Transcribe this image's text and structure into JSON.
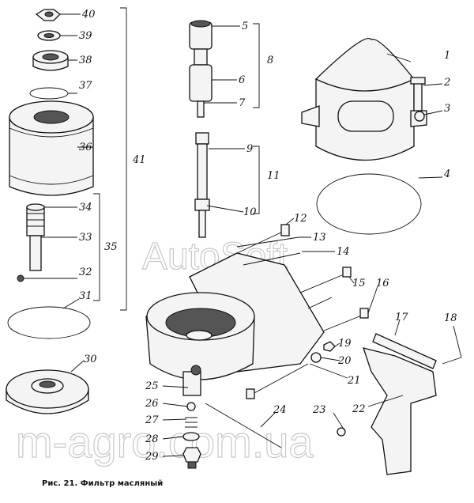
{
  "caption": "Рис. 21. Фильтр масляный",
  "watermarks": [
    "AutoSoft",
    "m-agro.com.ua"
  ],
  "part_labels": {
    "p1": "1",
    "p2": "2",
    "p3": "3",
    "p4": "4",
    "p5": "5",
    "p6": "6",
    "p7": "7",
    "p8": "8",
    "p9": "9",
    "p10": "10",
    "p11": "11",
    "p12": "12",
    "p13": "13",
    "p14": "14",
    "p15": "15",
    "p16": "16",
    "p17": "17",
    "p18": "18",
    "p19": "19",
    "p20": "20",
    "p21": "21",
    "p22": "22",
    "p23": "23",
    "p24": "24",
    "p25": "25",
    "p26": "26",
    "p27": "27",
    "p28": "28",
    "p29": "29",
    "p30": "30",
    "p31": "31",
    "p32": "32",
    "p33": "33",
    "p34": "34",
    "p35": "35",
    "p36": "36",
    "p37": "37",
    "p38": "38",
    "p39": "39",
    "p40": "40",
    "p41": "41"
  }
}
